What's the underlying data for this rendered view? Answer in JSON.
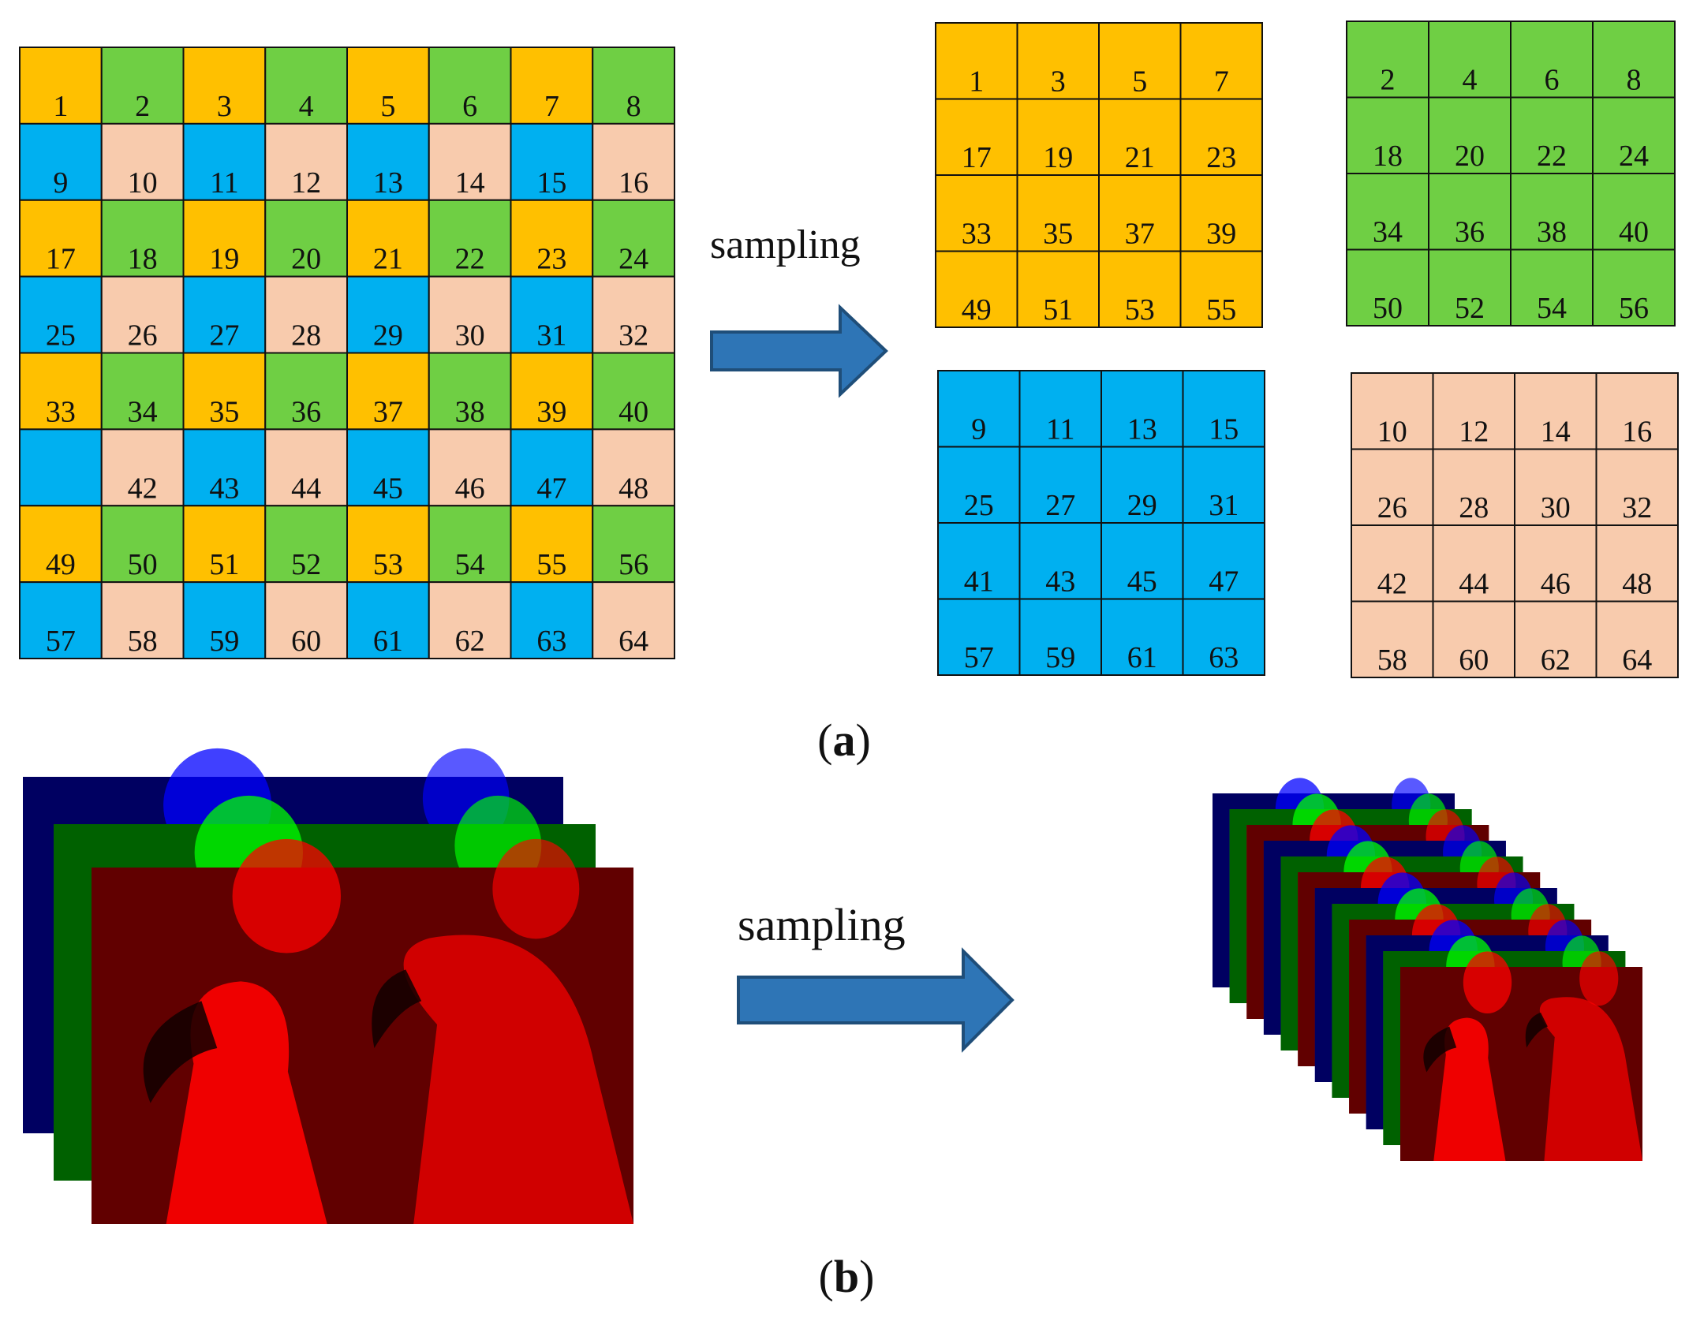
{
  "colors": {
    "orange": "#FFC000",
    "green": "#6FCF44",
    "blue": "#00B0F0",
    "peach": "#F8CBAD",
    "grid_line": "#111111",
    "arrow_fill": "#2E75B6",
    "arrow_stroke": "#1F4E79",
    "red_channel": "#FF0000",
    "green_channel": "#00FF00",
    "blue_channel": "#0000FF"
  },
  "panel_a": {
    "source_grid": [
      [
        "1",
        "2",
        "3",
        "4",
        "5",
        "6",
        "7",
        "8"
      ],
      [
        "9",
        "10",
        "11",
        "12",
        "13",
        "14",
        "15",
        "16"
      ],
      [
        "17",
        "18",
        "19",
        "20",
        "21",
        "22",
        "23",
        "24"
      ],
      [
        "25",
        "26",
        "27",
        "28",
        "29",
        "30",
        "31",
        "32"
      ],
      [
        "33",
        "34",
        "35",
        "36",
        "37",
        "38",
        "39",
        "40"
      ],
      [
        "",
        "42",
        "43",
        "44",
        "45",
        "46",
        "47",
        "48"
      ],
      [
        "49",
        "50",
        "51",
        "52",
        "53",
        "54",
        "55",
        "56"
      ],
      [
        "57",
        "58",
        "59",
        "60",
        "61",
        "62",
        "63",
        "64"
      ]
    ],
    "sampling_label": "sampling",
    "sub_grids": {
      "orange": [
        [
          "1",
          "3",
          "5",
          "7"
        ],
        [
          "17",
          "19",
          "21",
          "23"
        ],
        [
          "33",
          "35",
          "37",
          "39"
        ],
        [
          "49",
          "51",
          "53",
          "55"
        ]
      ],
      "green": [
        [
          "2",
          "4",
          "6",
          "8"
        ],
        [
          "18",
          "20",
          "22",
          "24"
        ],
        [
          "34",
          "36",
          "38",
          "40"
        ],
        [
          "50",
          "52",
          "54",
          "56"
        ]
      ],
      "blue": [
        [
          "9",
          "11",
          "13",
          "15"
        ],
        [
          "25",
          "27",
          "29",
          "31"
        ],
        [
          "41",
          "43",
          "45",
          "47"
        ],
        [
          "57",
          "59",
          "61",
          "63"
        ]
      ],
      "peach": [
        [
          "10",
          "12",
          "14",
          "16"
        ],
        [
          "26",
          "28",
          "30",
          "32"
        ],
        [
          "42",
          "44",
          "46",
          "48"
        ],
        [
          "58",
          "60",
          "62",
          "64"
        ]
      ]
    },
    "caption_open": "(",
    "caption_letter": "a",
    "caption_close": ")"
  },
  "panel_b": {
    "sampling_label": "sampling",
    "input_channels": [
      "blue",
      "green",
      "red"
    ],
    "output_stack_channels": [
      "blue",
      "green",
      "red",
      "blue",
      "green",
      "red",
      "blue",
      "green",
      "red",
      "blue",
      "green",
      "red"
    ],
    "caption_open": "(",
    "caption_letter": "b",
    "caption_close": ")"
  }
}
